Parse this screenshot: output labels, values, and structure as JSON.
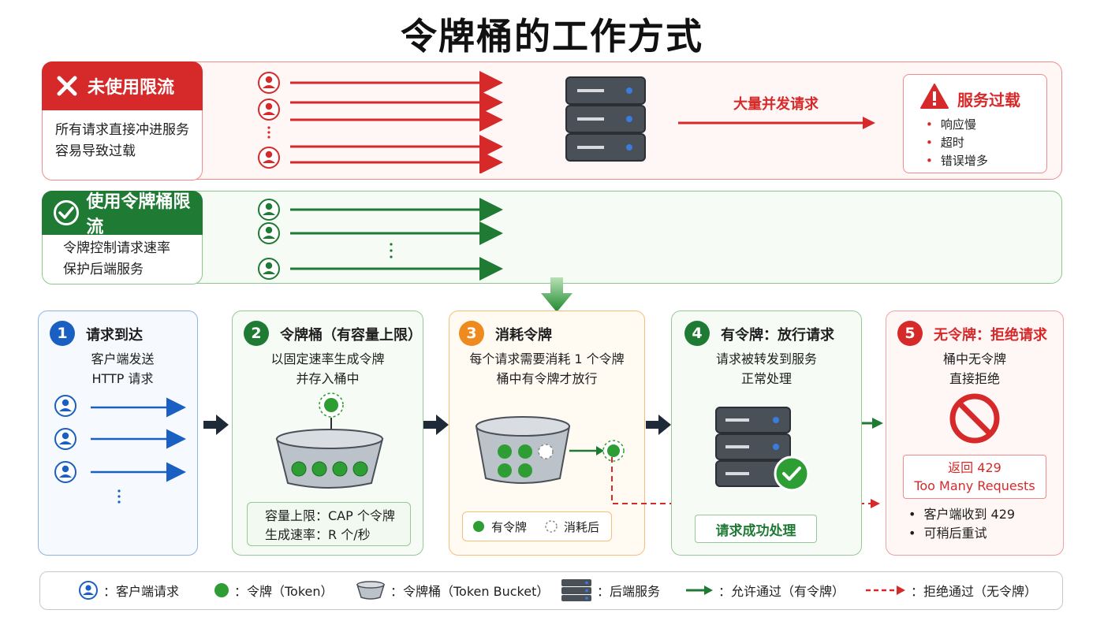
{
  "title": "令牌桶的工作方式",
  "no_limit": {
    "tag": "未使用限流",
    "desc_line1": "所有请求直接冲进服务",
    "desc_line2": "容易导致过载",
    "burst_label": "大量并发请求",
    "overload_title": "服务过载",
    "overload_items": [
      "响应慢",
      "超时",
      "错误增多"
    ]
  },
  "with_limit": {
    "tag": "使用令牌桶限流",
    "desc_line1": "令牌控制请求速率",
    "desc_line2": "保护后端服务"
  },
  "steps": [
    {
      "num": "1",
      "title": "请求到达",
      "desc_line1": "客户端发送",
      "desc_line2": "HTTP 请求"
    },
    {
      "num": "2",
      "title": "令牌桶（有容量上限）",
      "desc_line1": "以固定速率生成令牌",
      "desc_line2": "并存入桶中",
      "info_line1": "容量上限：CAP 个令牌",
      "info_line2": "生成速率：R 个/秒"
    },
    {
      "num": "3",
      "title": "消耗令牌",
      "desc_line1": "每个请求需要消耗 1 个令牌",
      "desc_line2": "桶中有令牌才放行",
      "legend_has": "有令牌",
      "legend_used": "消耗后"
    },
    {
      "num": "4",
      "title": "有令牌：放行请求",
      "desc_line1": "请求被转发到服务",
      "desc_line2": "正常处理",
      "ok_label": "请求成功处理"
    },
    {
      "num": "5",
      "title": "无令牌：拒绝请求",
      "desc_line1": "桶中无令牌",
      "desc_line2": "直接拒绝",
      "reject_line1": "返回 429",
      "reject_line2": "Too Many Requests",
      "bullets": [
        "客户端收到 429",
        "可稍后重试"
      ]
    }
  ],
  "legend": {
    "client": "：客户端请求",
    "token": "：令牌（Token）",
    "bucket": "：令牌桶（Token Bucket）",
    "server": "：后端服务",
    "allow": "：允许通过（有令牌）",
    "deny": "：拒绝通过（无令牌）"
  },
  "colors": {
    "red": "#d62a2a",
    "green": "#1f7a34",
    "blue": "#1a5fc2",
    "orange": "#ee8a1e",
    "token": "#2e9e34"
  }
}
